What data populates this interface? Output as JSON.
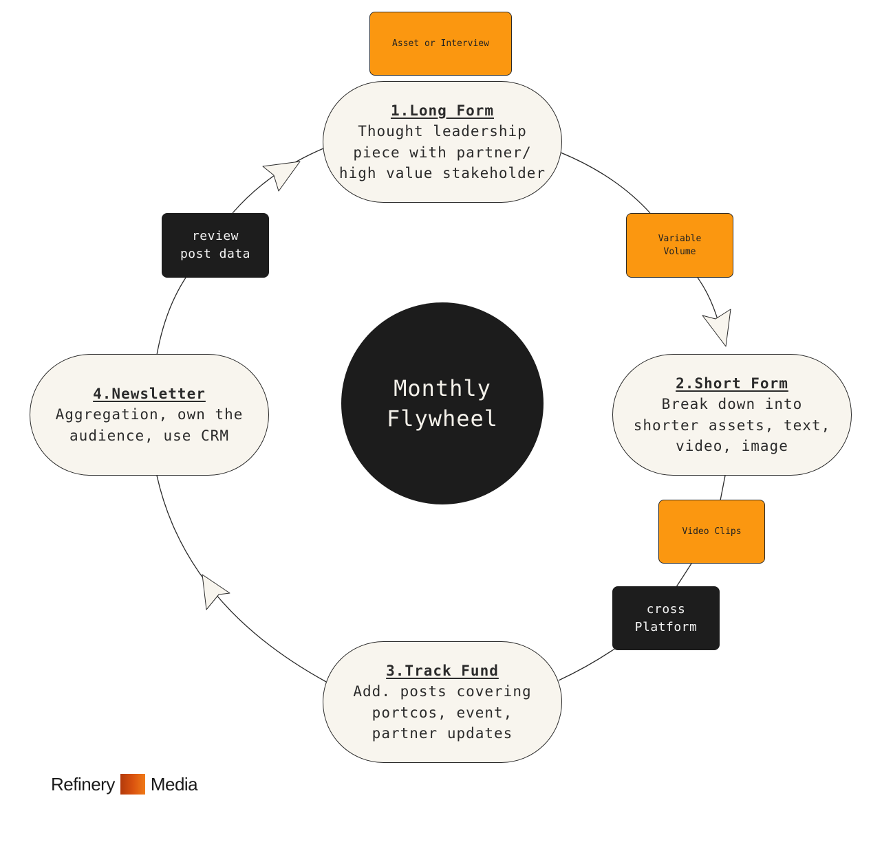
{
  "hub": {
    "label": "Monthly\nFlywheel"
  },
  "stages": [
    {
      "id": "long-form",
      "title": "1.Long Form",
      "desc": "Thought leadership\npiece with partner/\nhigh value stakeholder"
    },
    {
      "id": "short-form",
      "title": "2.Short Form",
      "desc": "Break down into\nshorter assets, text,\nvideo, image"
    },
    {
      "id": "track-fund",
      "title": "3.Track Fund",
      "desc": "Add. posts covering\nportcos, event,\npartner updates"
    },
    {
      "id": "newsletter",
      "title": "4.Newsletter",
      "desc": "Aggregation, own the\naudience, use CRM"
    }
  ],
  "tags": {
    "asset_or_interview": "Asset or Interview",
    "variable_volume": "Variable\nVolume",
    "video_clips": "Video Clips",
    "cross_platform": "cross\nPlatform",
    "review_post_data": "review\npost data"
  },
  "brand": {
    "left": "Refinery",
    "right": "Media"
  },
  "colors": {
    "orange": "#fb9710",
    "dark": "#1d1d1d",
    "cream": "#f8f5ee",
    "brand_gradient": [
      "#b33a0b",
      "#f07a17"
    ]
  }
}
